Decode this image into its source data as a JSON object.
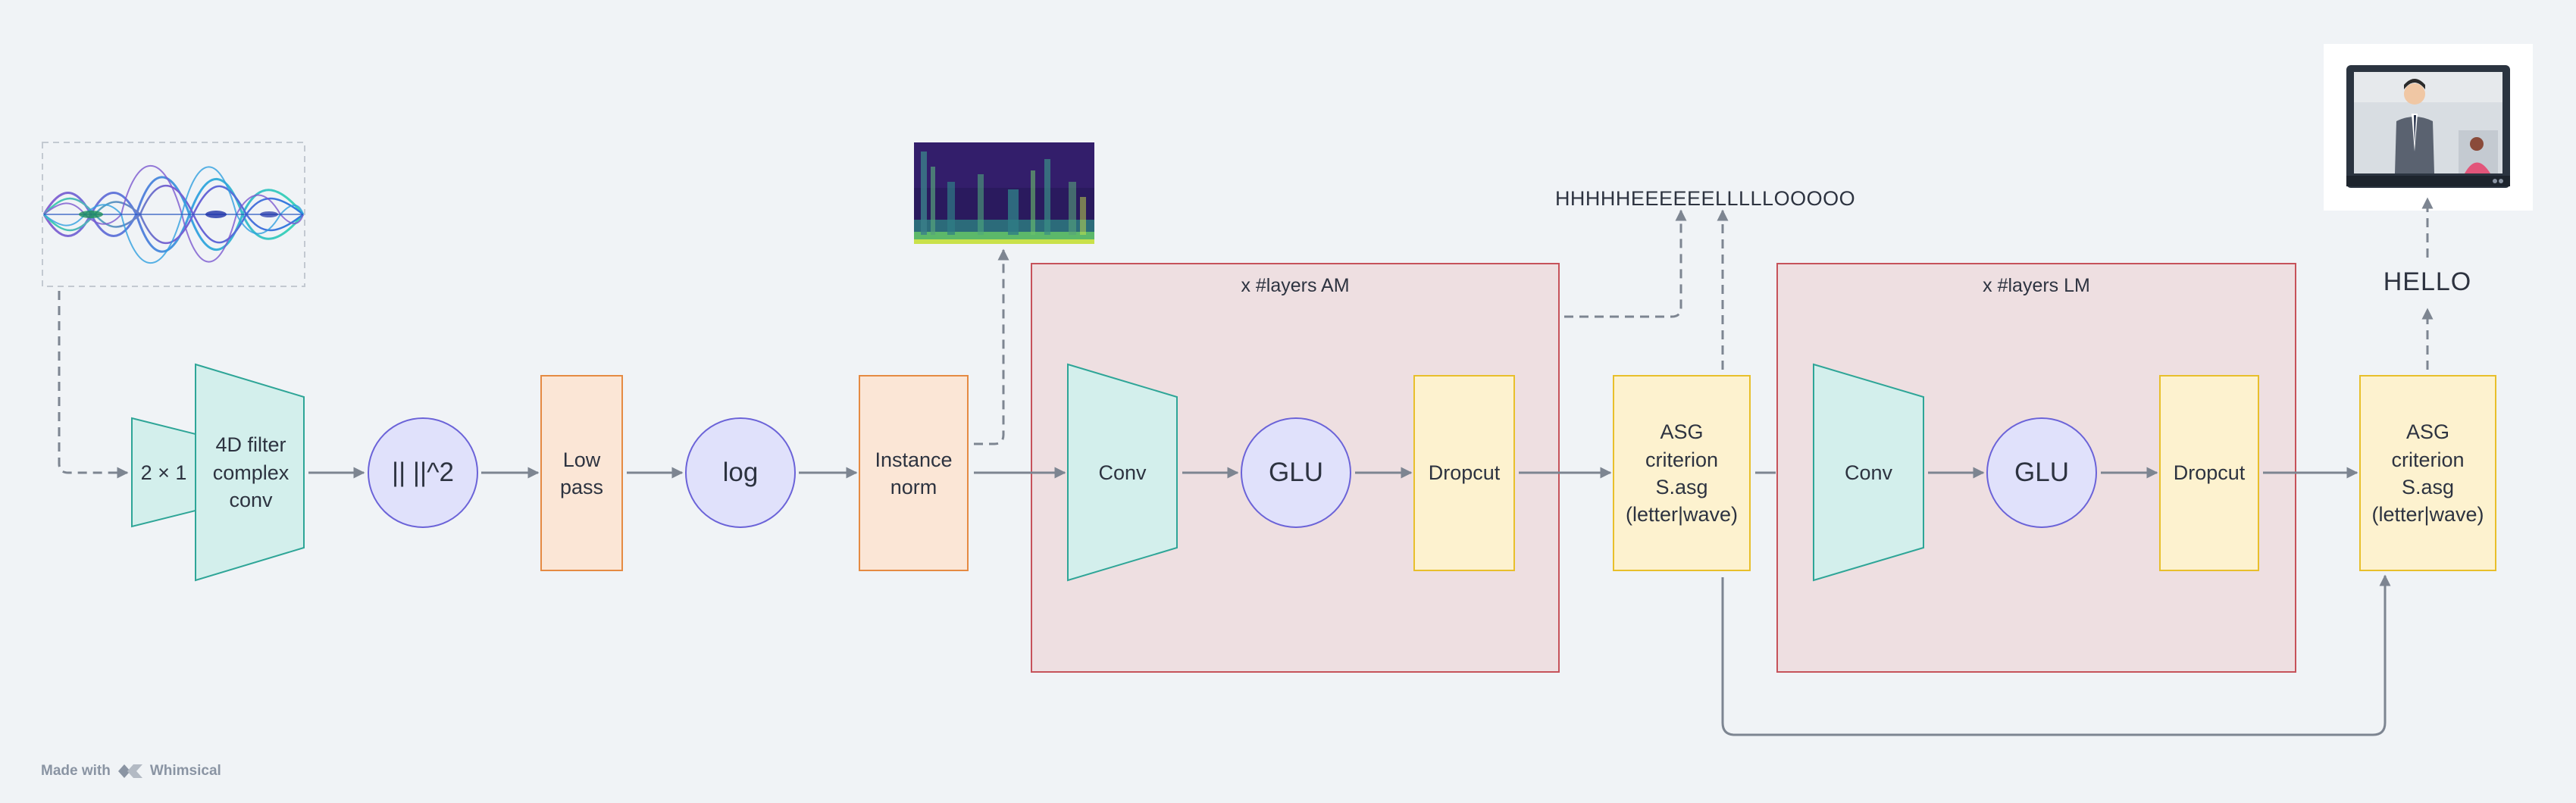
{
  "nodes": {
    "split": "2 × 1",
    "filter": [
      "4D filter",
      "complex",
      "conv"
    ],
    "norm_sq": "|| ||^2",
    "lowpass": [
      "Low",
      "pass"
    ],
    "log": "log",
    "inst_norm": [
      "Instance",
      "norm"
    ],
    "am_conv": "Conv",
    "am_glu": "GLU",
    "am_drop": "Dropcut",
    "asg1": [
      "ASG",
      "criterion",
      "S.asg",
      "(letter|wave)"
    ],
    "lm_conv": "Conv",
    "lm_glu": "GLU",
    "lm_drop": "Dropcut",
    "asg2": [
      "ASG",
      "criterion",
      "S.asg",
      "(letter|wave)"
    ]
  },
  "groups": {
    "am_title": "x #layers AM",
    "lm_title": "x #layers LM"
  },
  "outputs": {
    "raw_letters": "HHHHHEEEEEELLLLLOOOOO",
    "hello": "HELLO"
  },
  "watermark": {
    "prefix": "Made with",
    "brand": "Whimsical"
  },
  "images": {
    "waveform": "waveform-illustration",
    "spectrogram": "spectrogram-image",
    "video_call": "video-call-illustration"
  },
  "colors": {
    "background": "#f0f3f6",
    "teal_fill": "#d3efec",
    "teal_stroke": "#2ea597",
    "purple_fill": "#e0e1fb",
    "purple_stroke": "#6b63d8",
    "orange_fill": "#fbe6d6",
    "orange_stroke": "#e58a42",
    "yellow_fill": "#fdf2cf",
    "yellow_stroke": "#e8bf2b",
    "group_fill": "#eedfe1",
    "group_stroke": "#c6525a",
    "edge": "#7d8591"
  }
}
